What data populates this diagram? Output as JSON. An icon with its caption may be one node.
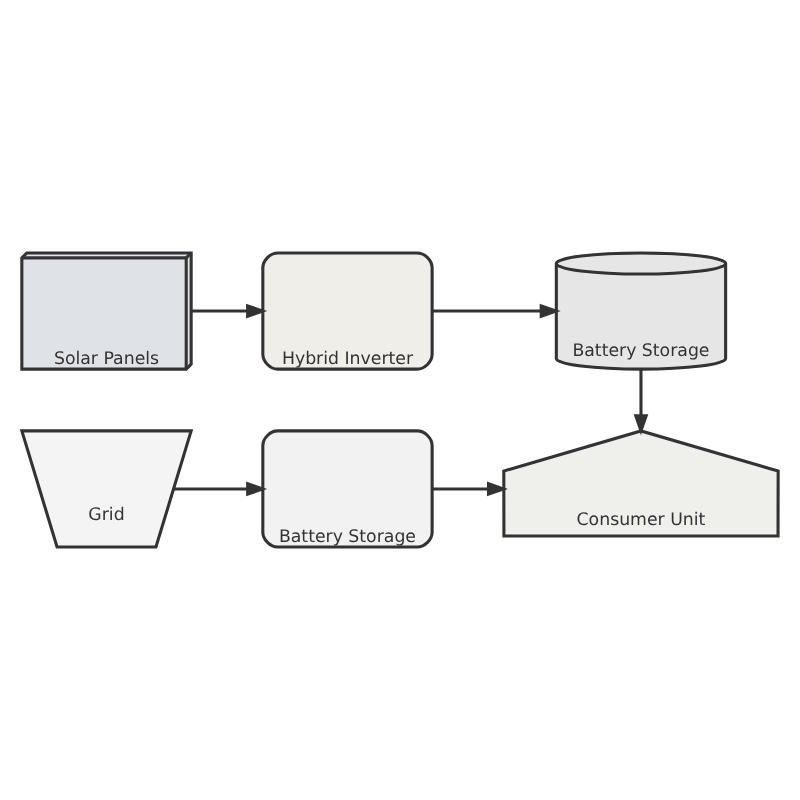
{
  "diagram": {
    "nodes": [
      {
        "text": [
          "Solar Panels"
        ]
      },
      {
        "text": [
          "Hybrid Inverter"
        ]
      },
      {
        "text": [
          "Battery Storage"
        ]
      },
      {
        "text": [
          "Grid"
        ]
      },
      {
        "text": [
          "Battery Storage"
        ]
      },
      {
        "text": [
          "Consumer Unit"
        ]
      }
    ],
    "edges": [
      {
        "from": 0,
        "to": 1,
        "arrow": "to"
      },
      {
        "from": 1,
        "to": 2,
        "arrow": "to"
      },
      {
        "from": 2,
        "to": 5,
        "arrow": "to"
      },
      {
        "from": 3,
        "to": 4,
        "arrow": "to"
      },
      {
        "from": 4,
        "to": 5,
        "arrow": "to"
      }
    ]
  }
}
